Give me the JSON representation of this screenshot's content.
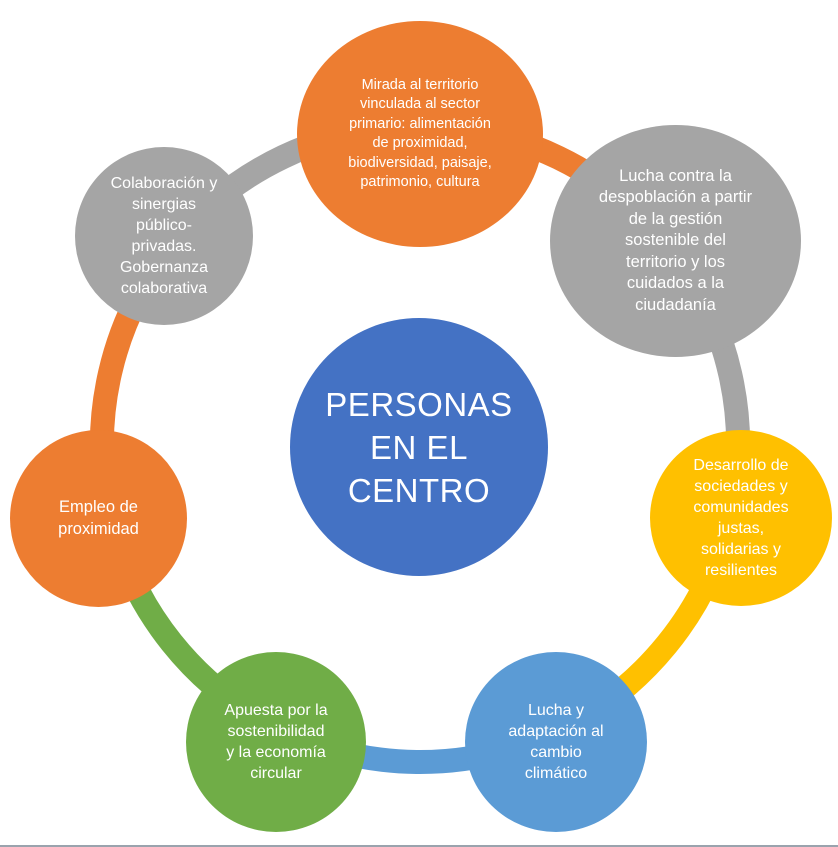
{
  "center": {
    "label": "PERSONAS\nEN EL\nCENTRO",
    "color": "#4472c4"
  },
  "nodes": [
    {
      "label": "Mirada al territorio\nvinculada al sector\nprimario: alimentación\nde proximidad,\nbiodiversidad, paisaje,\npatrimonio, cultura",
      "color": "#ed7d31"
    },
    {
      "label": "Lucha contra la\ndespoblación a partir\nde la gestión\nsostenible del\nterritorio y los\ncuidados a la\nciudadanía",
      "color": "#a5a5a5"
    },
    {
      "label": "Desarrollo de\nsociedades y\ncomunidades\njustas,\nsolidarias y\nresilientes",
      "color": "#ffc000"
    },
    {
      "label": "Lucha y\nadaptación al\ncambio\nclimático",
      "color": "#5b9bd5"
    },
    {
      "label": "Apuesta por la\nsostenibilidad\ny la economía\ncircular",
      "color": "#70ad47"
    },
    {
      "label": "Empleo de\nproximidad",
      "color": "#ed7d31"
    },
    {
      "label": "Colaboración y\nsinergias\npúblico-\nprivadas.\nGobernanza\ncolaborativa",
      "color": "#a5a5a5"
    }
  ],
  "connectors": [
    {
      "from": "node-top",
      "to": "node-right",
      "color": "#ed7d31"
    },
    {
      "from": "node-right",
      "to": "node-right-lower",
      "color": "#a5a5a5"
    },
    {
      "from": "node-right-lower",
      "to": "node-bottom-right",
      "color": "#ffc000"
    },
    {
      "from": "node-bottom-right",
      "to": "node-bottom-left",
      "color": "#5b9bd5"
    },
    {
      "from": "node-bottom-left",
      "to": "node-left",
      "color": "#70ad47"
    },
    {
      "from": "node-left",
      "to": "node-top-left",
      "color": "#ed7d31"
    },
    {
      "from": "node-top-left",
      "to": "node-top",
      "color": "#a5a5a5"
    }
  ]
}
